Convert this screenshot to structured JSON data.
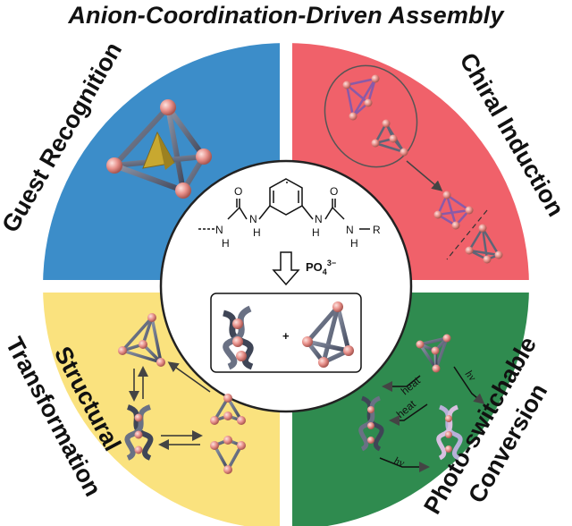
{
  "title": "Anion-Coordination-Driven Assembly",
  "quadrants": {
    "top_left": {
      "label": "Guest Recognition",
      "color": "#3c8dc9"
    },
    "top_right": {
      "label": "Chiral Induction",
      "color": "#f0616a"
    },
    "bottom_left": {
      "label_line1": "Structural",
      "label_line2": "Transformation",
      "color": "#fae27e"
    },
    "bottom_right": {
      "label_line1": "Photo-switchable",
      "label_line2": "Conversion",
      "color": "#2f8b4f"
    }
  },
  "center": {
    "ligand_atoms": {
      "o": "O",
      "n": "N",
      "h": "H",
      "r": "R"
    },
    "anion": {
      "base": "PO",
      "sub": "4",
      "sup": "3−"
    },
    "plus": "+"
  },
  "photo": {
    "heat": "heat",
    "hv": "hv"
  },
  "colors": {
    "ball": "#e8908a",
    "strut": "#5e6577",
    "guest": "#c8a830"
  }
}
